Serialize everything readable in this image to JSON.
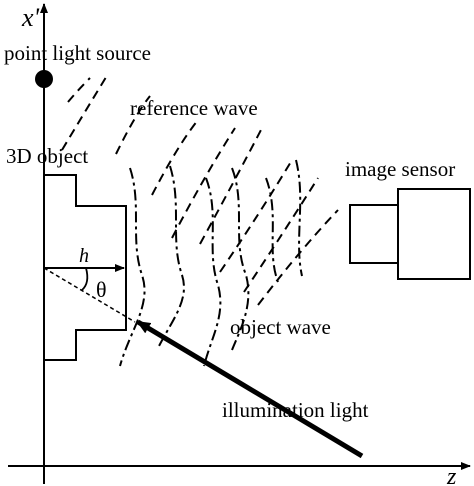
{
  "labels": {
    "x_axis": "x'",
    "z_axis": "z",
    "point_light_source": "point light source",
    "reference_wave": "reference wave",
    "object_3d": "3D object",
    "image_sensor": "image sensor",
    "object_wave": "object wave",
    "illumination_light": "illumination light",
    "h": "h",
    "theta": "θ"
  },
  "colors": {
    "ink": "#000000",
    "background": "#ffffff"
  }
}
